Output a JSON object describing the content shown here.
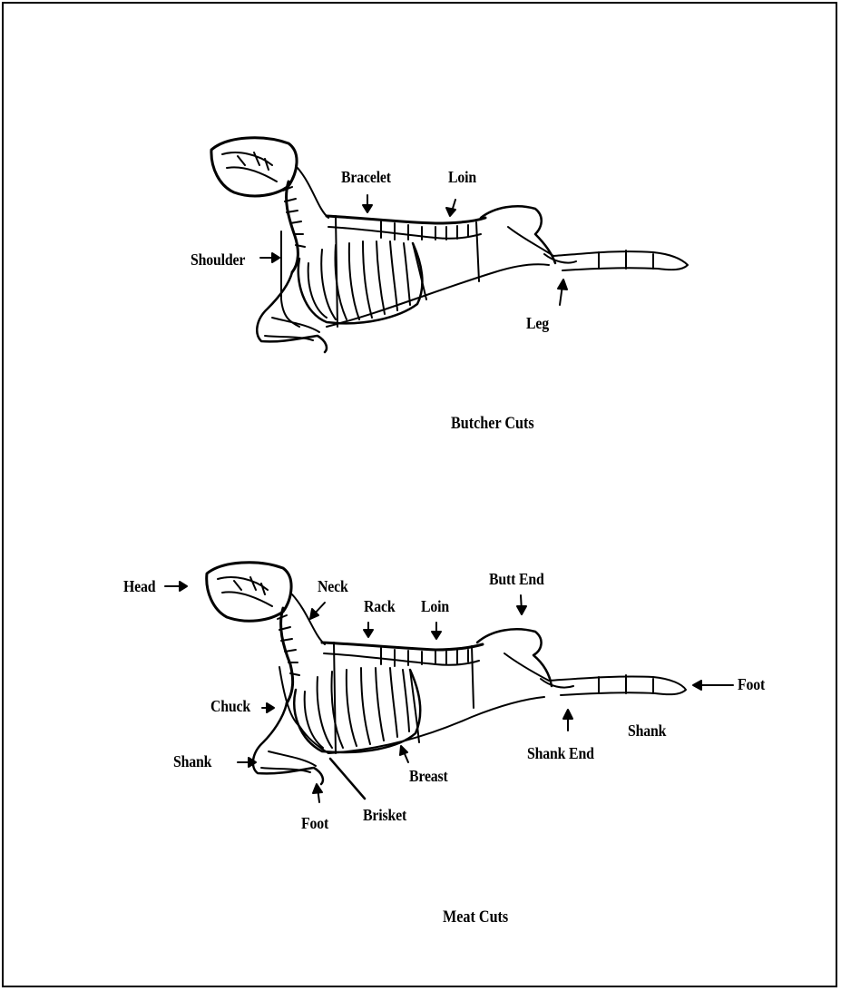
{
  "diagrams": [
    {
      "caption": "Butcher Cuts",
      "labels": {
        "bracelet": "Bracelet",
        "loin": "Loin",
        "shoulder": "Shoulder",
        "leg": "Leg"
      }
    },
    {
      "caption": "Meat Cuts",
      "labels": {
        "head": "Head",
        "neck": "Neck",
        "rack": "Rack",
        "loin": "Loin",
        "butt_end": "Butt End",
        "foot_rear": "Foot",
        "chuck": "Chuck",
        "shank_fore": "Shank",
        "shank_rear": "Shank",
        "shank_end": "Shank End",
        "breast": "Breast",
        "brisket": "Brisket",
        "foot_fore": "Foot"
      }
    }
  ]
}
